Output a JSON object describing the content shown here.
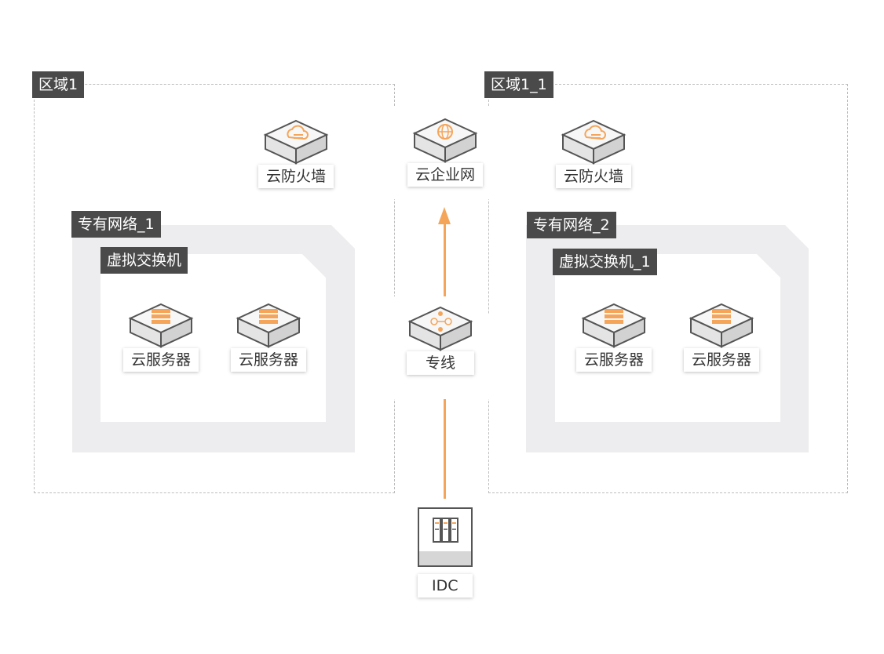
{
  "regions": {
    "left": {
      "label": "区域1"
    },
    "right": {
      "label": "区域1_1"
    }
  },
  "top_panel": {
    "firewall_left": {
      "label": "云防火墙",
      "icon": "cloud-firewall-icon"
    },
    "cen": {
      "label": "云企业网",
      "icon": "globe-network-icon"
    },
    "firewall_right": {
      "label": "云防火墙",
      "icon": "cloud-firewall-icon"
    }
  },
  "vpc1": {
    "label": "专有网络_1",
    "vswitch": {
      "label": "虚拟交换机"
    },
    "servers": [
      {
        "label": "云服务器",
        "icon": "server-icon"
      },
      {
        "label": "云服务器",
        "icon": "server-icon"
      }
    ]
  },
  "vpc2": {
    "label": "专有网络_2",
    "vswitch": {
      "label": "虚拟交换机_1"
    },
    "servers": [
      {
        "label": "云服务器",
        "icon": "server-icon"
      },
      {
        "label": "云服务器",
        "icon": "server-icon"
      }
    ]
  },
  "express_connect": {
    "label": "专线",
    "icon": "express-connect-icon"
  },
  "idc": {
    "label": "IDC",
    "icon": "idc-rack-icon"
  },
  "colors": {
    "accent": "#f5a55a",
    "tag_bg": "#4a4a4a",
    "vpc_bg": "#ededef"
  }
}
